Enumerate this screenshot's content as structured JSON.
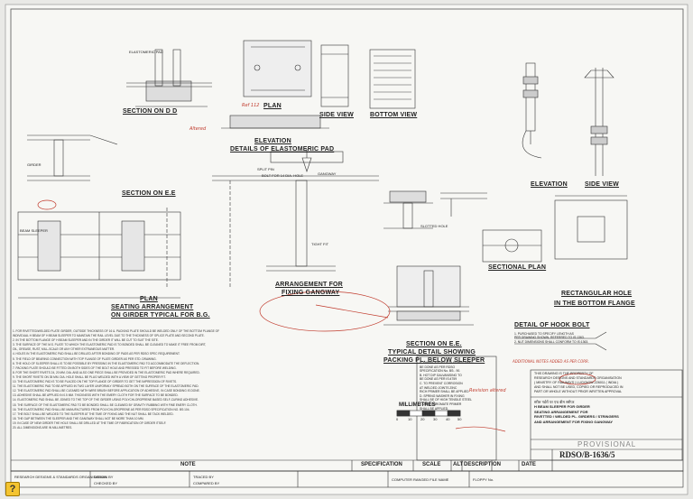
{
  "drawing": {
    "number": "RDSO/B-1636/5",
    "status": "PROVISIONAL",
    "sheet_title": "ELASTOMERIC PAD, SEATING ARRANGEMENT AND FIXING GANGWAY"
  },
  "views": {
    "section_dd": "SECTION ON D D",
    "plan_top": "PLAN",
    "side_view_top": "SIDE VIEW",
    "bottom_view": "BOTTOM VIEW",
    "elevation_pad": "ELEVATION",
    "details_pad": "DETAILS OF ELASTOMERIC PAD",
    "section_ee": "SECTION ON E.E",
    "plan_seat": "PLAN",
    "seating": "SEATING ARRANGEMENT",
    "seating_sub": "ON GIRDER TYPICAL FOR B.G.",
    "arrangement": "ARRANGEMENT FOR",
    "fixing_gangway": "FIXING GANGWAY",
    "section_ee2": "SECTION ON E.E.",
    "typical_detail": "TYPICAL DETAIL SHOWING",
    "packing_pl": "PACKING PL. BELOW SLEEPER",
    "sectional_plan": "SECTIONAL PLAN",
    "elevation_hook": "ELEVATION",
    "side_view_hook": "SIDE VIEW",
    "rect_hole": "RECTANGULAR HOLE",
    "rect_hole_sub": "IN THE BOTTOM FLANGE",
    "hook_bolt": "DETAIL OF HOOK BOLT"
  },
  "labels": {
    "elastomeric_pad": "ELASTOMERIC PAD",
    "split_pin": "SPLIT PIN",
    "gangway": "GANGWAY",
    "slotted_hole": "SLOTTED HOLE",
    "bolt": "BOLT FOR 14 DIA. HOLE",
    "tight_fit": "TIGHT FIT",
    "beam_sleeper": "BEAM SLEEPER",
    "girder": "GIRDER",
    "millimetres": "MILLIMETRES",
    "note_dim": "ALL DIMENSIONS ARE IN MILLIMETRES"
  },
  "handwritten": {
    "h1": "Ref 112",
    "h2": "Revision altered",
    "h3": "Altered",
    "h4": "ADDITIONAL NOTES ADDED AS PER CORR."
  },
  "notes_title": "NOTE",
  "notes": [
    "1. FOR RIVETTED/WELDED PLATE GIRDER, OUTSIDE THICKNESS OF 16 &. PACKING PLATE SHOULD BE WELDED ONLY OF THE BOTTOM PLANGE OF",
    "   INDIVIDUAL H BEAM OF H BEAM SLEEPER TO MAINTAIN THE RAIL LEVEL DUE TO THE THICKNESS OF SPLICE PLATE AND SECOND PLATE.",
    "2. IN THE BOTTOM FLANGE OF H BEAM SLEEPER AND IN THE GIRDER IT WILL BE CUT TO SUIT THE SITE.",
    "3. THE SURFACE OF THE M.S. PLATE TO WHICH THE ELASTOMERIC PAD IS TO BONDED SHALL BE CLEANED TO MAKE IT FREE FROM DIRT,",
    "   OIL, GREASE, RUST, MILL-SCALE OR ANY OTHER EXTRANEOUS MATTER.",
    "4. HOLES IN THE ELASTOMERIC PAD SHALL BE DRILLED AFTER BONDING OF PADS AS PER RDSO SPEC REQUIREMENT.",
    "5. THE FIELD OF BEARING CONNECTION WITH TOP FLANGE OF PLATE GIRDER AS PER STD. DRAWING.",
    "6. THE HOLD OF SLEEPER SHALL IS TO BE POSSIBLE BY PRESSING IN THE ELASTOMERIC PAD TO ACCOMMODATE THE DEFLECTION.",
    "7. PACKING PLATE SHOULD BE FITTED ON BOTH SIDES OF THE BOLT HOLE AND PRESSED TO FIT BEFORE WELDING.",
    "8. FOR THE SHORT RIVETS 24, 20 MM. DIA. AND ALSO ONE PIECE SHALL BE PROVIDED IN THE ELASTOMERIC PAD WHERE REQUIRED.",
    "9. THE SHORT RIVETS ON 35 MM. DIA. HOLE SHALL BE PLUG WELDED WITH A VIEW OF GETTING PROPER FIT.",
    "10. THE ELASTOMERIC PAD IS TO BE PLACED ON THE TOP FLANGE OF GIRDER TO GET THE IMPRESSION OF RIVETS.",
    "11. THE ELASTOMERIC PAD TO BE APPLIED IN TWO LAYER UNIFORMLY SPREAD BOTH ON THE SURFACE OF THE ELASTOMERIC PAD.",
    "12. THE ELASTOMERIC PAD SHALL BE CLEANED WITH WIRE BRUSH BEFORE APPLICATION OF ADHESIVE, IN CASE BONDING IS DONE.",
    "13. ADHESIVE SHALL BE APPLIED IN 0.5 MM. THICKNESS WITH THE EMERY CLOTH FOR THE SURFACE TO BE BONDED.",
    "14. ELASTOMERIC PAD SHALL BE JOINED TO THE TOP OF THE GIRDER USING POLYCHLOROPRENE BASED SELF-CURING ADHESIVE.",
    "15. THE SURFACE OF THE ELASTOMERIC PAD TO BE BONDED SHALL BE CLEANED BY GRAVITY RUBBING WITH FINE EMERY CLOTH.",
    "16. THE ELASTOMERIC PAD SHALL BE MANUFACTURED FROM POLYCHLOROPRENE AS PER RDSO SPECIFICATION NO. BS:104.",
    "17. THE BOLT SHALL BE WELDED TO THE SLEEPER AT THE TIME OF FIXING AND THE NUT SHALL BE TACK WELDED.",
    "18. THE GAP BETWEEN THE SLEEPER AND THE GANGWAY SHALL NOT BE MORE THAN 10 MM.",
    "19. IN CASE OF NEW GIRDER THE HOLE SHALL BE DRILLED AT THE TIME OF FABRICATION OF GIRDER ITSELF.",
    "20. ALL DIMENSIONS ARE IN MILLIMETRES."
  ],
  "spec_notes": [
    "A. FABRICATION OF SLEEPER SHALL",
    "   BE DONE AS PER RDSO",
    "   SPECIFICATION No. BS:- 90.",
    "B. HOT DIP GALVANISING TO",
    "   BE DONE AS PER IS:4759",
    "C. TO PREVENT CORROSION",
    "   AT WELDED JOINTS ZINC",
    "   RICH PRIMER SHALL BE APPLIED",
    "D. SPRING WASHER IN FIXING",
    "   SHALL BE OF HIGH TENSILE STEEL",
    "E. ZINC CHROMATE PRIMER",
    "   SHALL BE APPLIED."
  ],
  "hook_notes": [
    "1. PURCHASED TO SPECIFY LENGTH AS",
    "   PER DRAWING SHOWN. REFERRED TO IS:1363.",
    "2. NUT DIMENSIONS SHALL CONFORM TO IS:1363."
  ],
  "footer": {
    "note": "NOTE",
    "specification": "SPECIFICATION",
    "scale": "SCALE",
    "alt": "ALT",
    "description": "DESCRIPTION",
    "date": "DATE",
    "drawn": "DRAWN BY",
    "checked": "CHECKED BY",
    "traced": "TRACED BY",
    "compared": "COMPARED BY",
    "computer": "COMPUTER RANGED FILE NAME",
    "floppy": "FLOPPY No.",
    "org": "RESEARCH DESIGNS & STANDARDS ORGANISATION"
  },
  "title_block": {
    "en1": "THIS DRAWING IS THE PROPERTY OF",
    "en2": "RESEARCH DESIGNS AND STANDARDS ORGANISATION",
    "en3": "( MINISTRY OF RAILWAYS ) LUCKNOW-226011 ( INDIA )",
    "en4": "AND SHALL NOT BE USED, COPIED OR REPRODUCED IN",
    "en5": "PART OR WHOLE WITHOUT PRIOR WRITTEN APPROVAL",
    "hi1": "स्टील गर्डरों पर एच बीम स्लीपर",
    "title1": "H BEAM SLEEPER FOR GIRDER",
    "title2": "SEATING ARRANGEMENT FOR",
    "title3": "RIVETTED / WELDED PL. GIRDERS / STRINGERS",
    "title4": "AND ARRANGEMENT FOR FIXING GANGWAY"
  },
  "scale_numbers": [
    "0",
    "10",
    "20",
    "30",
    "40",
    "50"
  ],
  "corner_icon": "?"
}
